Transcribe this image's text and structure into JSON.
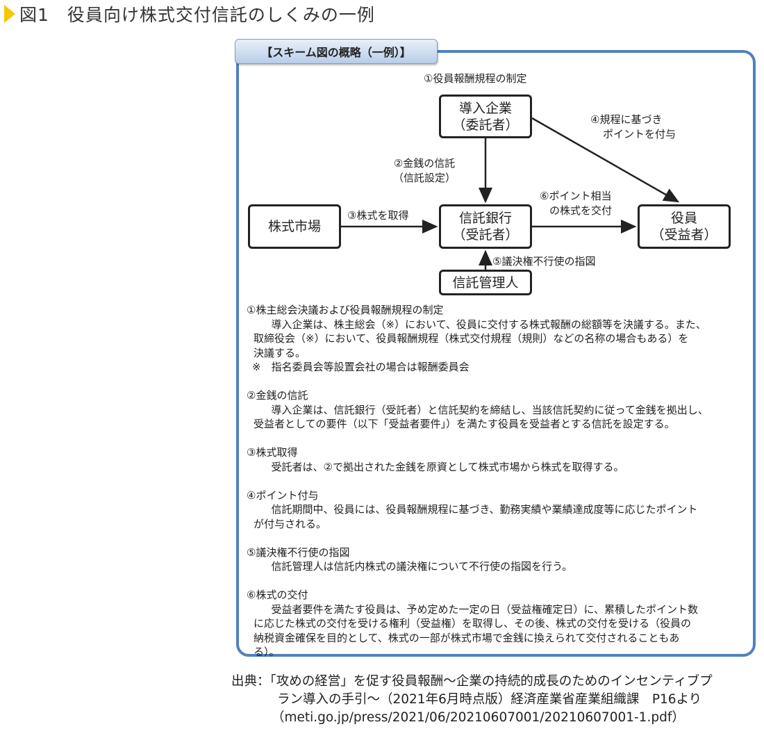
{
  "title": "図1　役員向け株式交付信託のしくみの一例",
  "scheme_tab": "【スキーム図の概略（一例）】",
  "diagram": {
    "top_label": "①役員報酬規程の制定",
    "nodes": {
      "company": [
        "導入企業",
        "（委託者）"
      ],
      "trust_bank": [
        "信託銀行",
        "（受託者）"
      ],
      "market": "株式市場",
      "officer": [
        "役員",
        "（受益者）"
      ],
      "administrator": "信託管理人"
    },
    "arrows": {
      "money_trust": [
        "②金銭の信託",
        "（信託設定）"
      ],
      "acquire": "③株式を取得",
      "points": [
        "④規程に基づき",
        "ポイントを付与"
      ],
      "voting": "⑤議決権不行使の指図",
      "deliver": [
        "⑥ポイント相当",
        "の株式を交付"
      ]
    }
  },
  "sections": [
    {
      "heading": "①株主総会決議および役員報酬規程の制定",
      "lines": [
        "導入企業は、株主総会（※）において、役員に交付する株式報酬の総額等を決議する。また、",
        "取締役会（※）において、役員報酬規程（株式交付規程（規則）などの名称の場合もある）を",
        "決議する。",
        "※　指名委員会等設置会社の場合は報酬委員会"
      ]
    },
    {
      "heading": "②金銭の信託",
      "lines": [
        "導入企業は、信託銀行（受託者）と信託契約を締結し、当該信託契約に従って金銭を拠出し、",
        "受益者としての要件（以下「受益者要件」）を満たす役員を受益者とする信託を設定する。"
      ]
    },
    {
      "heading": "③株式取得",
      "lines": [
        "受託者は、②で拠出された金銭を原資として株式市場から株式を取得する。"
      ]
    },
    {
      "heading": "④ポイント付与",
      "lines": [
        "信託期間中、役員には、役員報酬規程に基づき、勤務実績や業績達成度等に応じたポイント",
        "が付与される。"
      ]
    },
    {
      "heading": "⑤議決権不行使の指図",
      "lines": [
        "信託管理人は信託内株式の議決権について不行使の指図を行う。"
      ]
    },
    {
      "heading": "⑥株式の交付",
      "lines": [
        "受益者要件を満たす役員は、予め定めた一定の日（受益権確定日）に、累積したポイント数",
        "に応じた株式の交付を受ける権利（受益権）を取得し、その後、株式の交付を受ける（役員の",
        "納税資金確保を目的として、株式の一部が株式市場で金銭に換えられて交付されることもあ",
        "る）。"
      ]
    }
  ],
  "source": [
    "出典：「攻めの経営」を促す役員報酬～企業の持続的成長のためのインセンティブプ",
    "ラン導入の手引～（2021年6月時点版）経済産業省産業組織課　P16より",
    "（meti.go.jp/press/2021/06/20210607001/20210607001-1.pdf）"
  ],
  "colors": {
    "frame": "#4f81bd",
    "marker": "#f5c800"
  }
}
